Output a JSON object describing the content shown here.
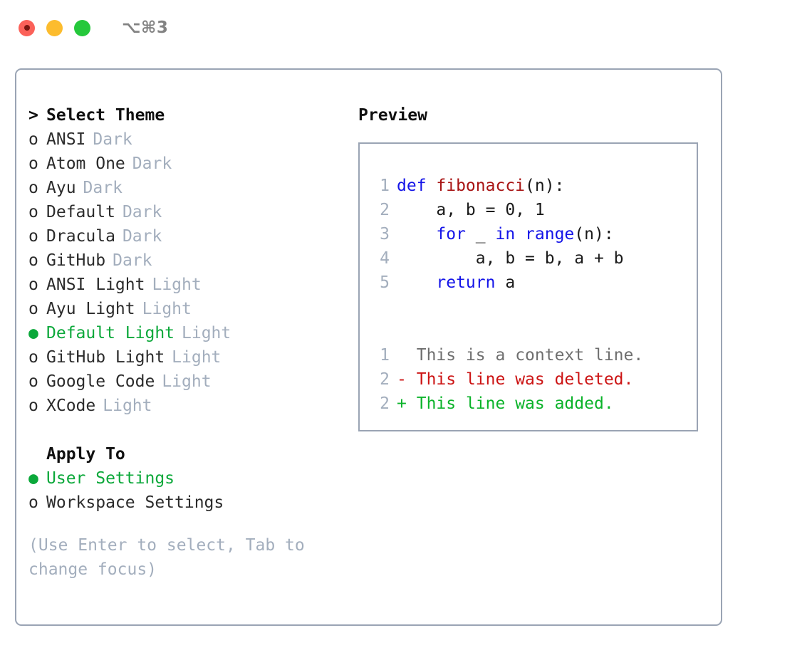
{
  "window": {
    "shortcut_label": "⌥⌘3",
    "traffic_lights": {
      "close": "close-button",
      "minimize": "minimize-button",
      "maximize": "maximize-button"
    }
  },
  "colors": {
    "accent_green": "#0ba83a",
    "muted_gray": "#a3aebd",
    "border": "#9aa4b4",
    "keyword_blue": "#1414e8",
    "function_red": "#a81414",
    "diff_add": "#0bb32a",
    "diff_del": "#cc1414",
    "diff_ctx": "#6e6e6e"
  },
  "theme_list": {
    "heading_marker": ">",
    "heading": "Select Theme",
    "items": [
      {
        "marker": "o",
        "label": "ANSI",
        "tag": "Dark",
        "selected": false
      },
      {
        "marker": "o",
        "label": "Atom One",
        "tag": "Dark",
        "selected": false
      },
      {
        "marker": "o",
        "label": "Ayu",
        "tag": "Dark",
        "selected": false
      },
      {
        "marker": "o",
        "label": "Default",
        "tag": "Dark",
        "selected": false
      },
      {
        "marker": "o",
        "label": "Dracula",
        "tag": "Dark",
        "selected": false
      },
      {
        "marker": "o",
        "label": "GitHub",
        "tag": "Dark",
        "selected": false
      },
      {
        "marker": "o",
        "label": "ANSI Light",
        "tag": "Light",
        "selected": false
      },
      {
        "marker": "o",
        "label": "Ayu Light",
        "tag": "Light",
        "selected": false
      },
      {
        "marker": "●",
        "label": "Default Light",
        "tag": "Light",
        "selected": true
      },
      {
        "marker": "o",
        "label": "GitHub Light",
        "tag": "Light",
        "selected": false
      },
      {
        "marker": "o",
        "label": "Google Code",
        "tag": "Light",
        "selected": false
      },
      {
        "marker": "o",
        "label": "XCode",
        "tag": "Light",
        "selected": false
      }
    ]
  },
  "apply_to": {
    "heading": "Apply To",
    "items": [
      {
        "marker": "●",
        "label": "User Settings",
        "selected": true
      },
      {
        "marker": "o",
        "label": "Workspace Settings",
        "selected": false
      }
    ]
  },
  "hint": "(Use Enter to select, Tab to change focus)",
  "preview": {
    "title": "Preview",
    "code_lines": [
      {
        "lineno": "1",
        "tokens": [
          {
            "text": "def ",
            "type": "kw"
          },
          {
            "text": "fibonacci",
            "type": "fn"
          },
          {
            "text": "(n):",
            "type": "pl"
          }
        ]
      },
      {
        "lineno": "2",
        "tokens": [
          {
            "text": "    a, b = 0, 1",
            "type": "pl"
          }
        ]
      },
      {
        "lineno": "3",
        "tokens": [
          {
            "text": "    ",
            "type": "pl"
          },
          {
            "text": "for",
            "type": "kw"
          },
          {
            "text": " _ ",
            "type": "pl"
          },
          {
            "text": "in",
            "type": "kw"
          },
          {
            "text": " ",
            "type": "pl"
          },
          {
            "text": "range",
            "type": "kw"
          },
          {
            "text": "(n):",
            "type": "pl"
          }
        ]
      },
      {
        "lineno": "4",
        "tokens": [
          {
            "text": "        a, b = b, a + b",
            "type": "pl"
          }
        ]
      },
      {
        "lineno": "5",
        "tokens": [
          {
            "text": "    ",
            "type": "pl"
          },
          {
            "text": "return",
            "type": "kw"
          },
          {
            "text": " a",
            "type": "pl"
          }
        ]
      }
    ],
    "diff_lines": [
      {
        "lineno": "1",
        "sign": " ",
        "text": "This is a context line.",
        "type": "ctx"
      },
      {
        "lineno": "2",
        "sign": "-",
        "text": "This line was deleted.",
        "type": "del"
      },
      {
        "lineno": "2",
        "sign": "+",
        "text": "This line was added.",
        "type": "add"
      }
    ]
  }
}
